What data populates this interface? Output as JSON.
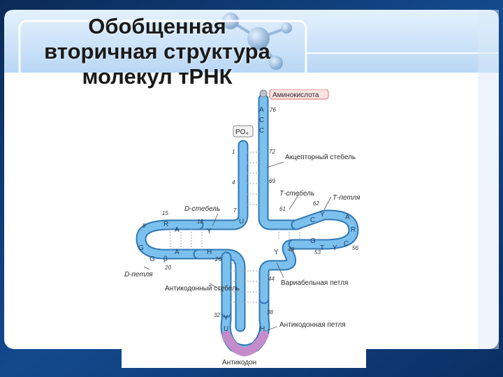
{
  "slide": {
    "title": "Обобщенная\nвторичная структура\nмолекул тРНК",
    "colors": {
      "background": "#0f3d7a",
      "band": "#cfe5fb",
      "tube": "#5aaee6",
      "tube_edge": "#2f77b3",
      "anticodon": "#d5a8d8",
      "amino_box": "#e06a6a"
    }
  },
  "diagram": {
    "amino_acid_label": "Аминокислота",
    "po4_label": "PO₄",
    "acceptor_stem_label": "Акцепторный стебель",
    "t_stem_label": "Т-стебель",
    "t_loop_label": "Т-петля",
    "d_stem_label": "D-стебель",
    "d_loop_label": "D-петля",
    "anticodon_stem_label": "Антикодонный стебель",
    "variable_loop_label": "Вариабельная петля",
    "anticodon_loop_label": "Антикодонная петля",
    "anticodon_label": "Антикодон",
    "acceptor_bases": [
      "A",
      "C",
      "C"
    ],
    "numbers": {
      "n76": "76",
      "n72": "72",
      "n69": "69",
      "n1": "1",
      "n4": "4",
      "n7": "7",
      "n12": "12",
      "n15": "15",
      "n8": "8",
      "n20": "20",
      "n26": "26",
      "n44": "44",
      "n32": "32",
      "n38": "38",
      "n48": "48",
      "n53": "53",
      "n61": "61",
      "n62": "62",
      "n56": "56"
    },
    "bases": {
      "d_r": "R",
      "d_a1": "A",
      "d_g1": "G",
      "d_g2": "G",
      "d_a2": "A",
      "d_beta": "β",
      "y1": "Y",
      "h1": "H",
      "u1": "U",
      "t_c": "C",
      "t_y": "Y",
      "t_a": "A",
      "t_r": "R",
      "t_c2": "C",
      "t_y2": "Y",
      "t_t": "T",
      "t_g": "G",
      "var_y": "Y",
      "ac_y": "Y",
      "ac_u": "U",
      "ac_h": "H"
    }
  }
}
